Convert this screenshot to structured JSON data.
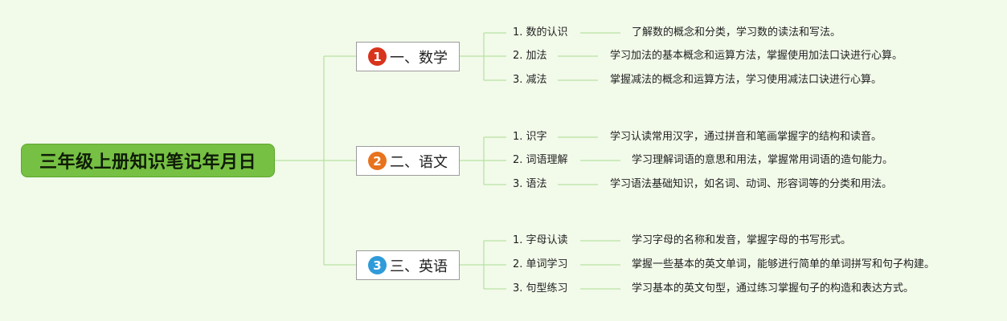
{
  "colors": {
    "background": "#f2faea",
    "root_fill": "#76c043",
    "connector": "#b9e2a2",
    "badge_math": "#d8341c",
    "badge_chinese": "#e8731e",
    "badge_english": "#2f9bd9"
  },
  "root": {
    "label": "三年级上册知识笔记年月日"
  },
  "branches": [
    {
      "badge": "1",
      "label": "一、数学",
      "items": [
        {
          "label": "1. 数的认识",
          "desc": "了解数的概念和分类，学习数的读法和写法。"
        },
        {
          "label": "2. 加法",
          "desc": "学习加法的基本概念和运算方法，掌握使用加法口诀进行心算。"
        },
        {
          "label": "3. 减法",
          "desc": "掌握减法的概念和运算方法，学习使用减法口诀进行心算。"
        }
      ]
    },
    {
      "badge": "2",
      "label": "二、语文",
      "items": [
        {
          "label": "1. 识字",
          "desc": "学习认读常用汉字，通过拼音和笔画掌握字的结构和读音。"
        },
        {
          "label": "2. 词语理解",
          "desc": "学习理解词语的意思和用法，掌握常用词语的造句能力。"
        },
        {
          "label": "3. 语法",
          "desc": "学习语法基础知识，如名词、动词、形容词等的分类和用法。"
        }
      ]
    },
    {
      "badge": "3",
      "label": "三、英语",
      "items": [
        {
          "label": "1. 字母认读",
          "desc": "学习字母的名称和发音，掌握字母的书写形式。"
        },
        {
          "label": "2. 单词学习",
          "desc": "掌握一些基本的英文单词，能够进行简单的单词拼写和句子构建。"
        },
        {
          "label": "3. 句型练习",
          "desc": "学习基本的英文句型，通过练习掌握句子的构造和表达方式。"
        }
      ]
    }
  ]
}
